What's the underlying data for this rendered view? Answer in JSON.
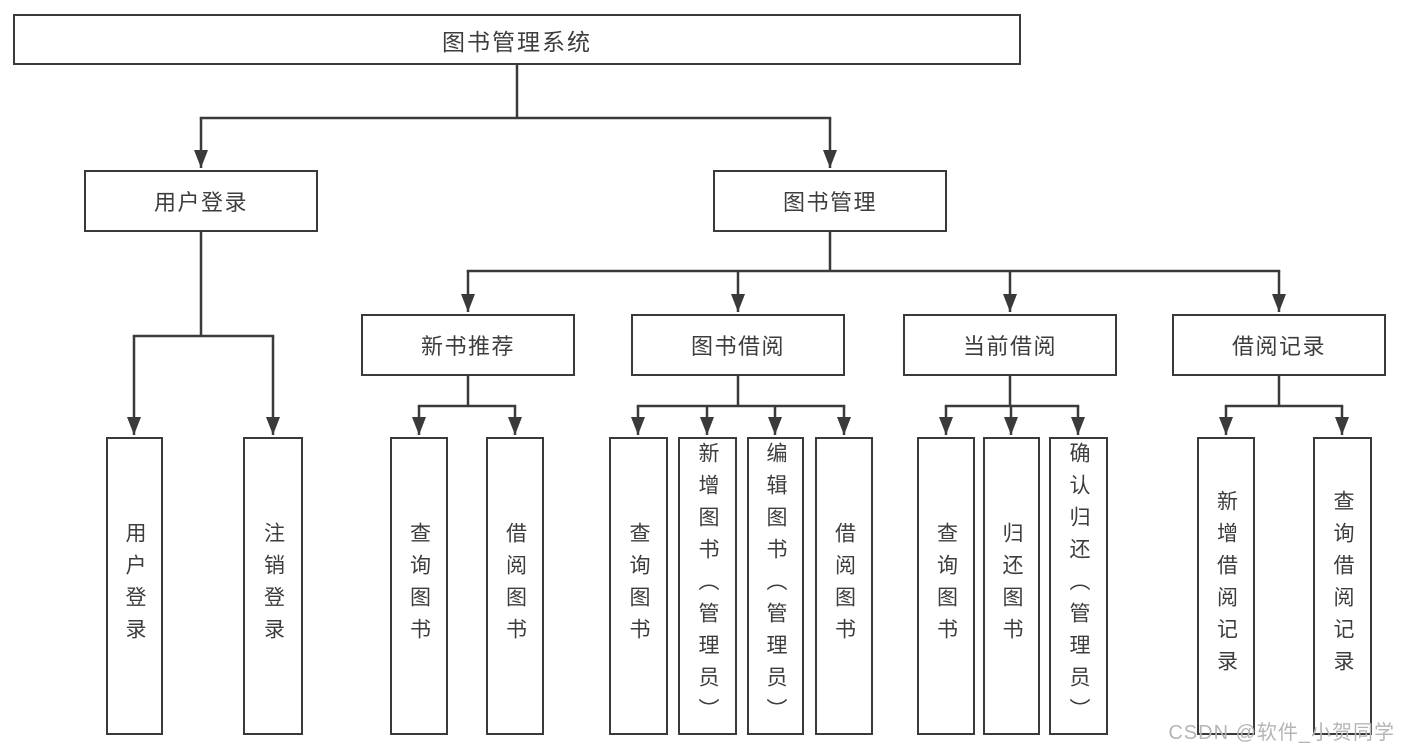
{
  "diagram": {
    "type": "functional-structure-tree",
    "watermark": "CSDN @软件_小贺同学",
    "colors": {
      "line": "#3a3a3a",
      "box_border": "#3a3a3a",
      "text": "#3d3d3d",
      "watermark_text": "#b5b5b5",
      "background": "#ffffff"
    },
    "tree": {
      "label": "图书管理系统",
      "children": [
        {
          "label": "用户登录",
          "children": [
            {
              "label": "用户登录"
            },
            {
              "label": "注销登录"
            }
          ]
        },
        {
          "label": "图书管理",
          "children": [
            {
              "label": "新书推荐",
              "children": [
                {
                  "label": "查询图书"
                },
                {
                  "label": "借阅图书"
                }
              ]
            },
            {
              "label": "图书借阅",
              "children": [
                {
                  "label": "查询图书"
                },
                {
                  "label": "新增图书（管理员）"
                },
                {
                  "label": "编辑图书（管理员）"
                },
                {
                  "label": "借阅图书"
                }
              ]
            },
            {
              "label": "当前借阅",
              "children": [
                {
                  "label": "查询图书"
                },
                {
                  "label": "归还图书"
                },
                {
                  "label": "确认归还（管理员）"
                }
              ]
            },
            {
              "label": "借阅记录",
              "children": [
                {
                  "label": "新增借阅记录"
                },
                {
                  "label": "查询借阅记录"
                }
              ]
            }
          ]
        }
      ]
    }
  }
}
